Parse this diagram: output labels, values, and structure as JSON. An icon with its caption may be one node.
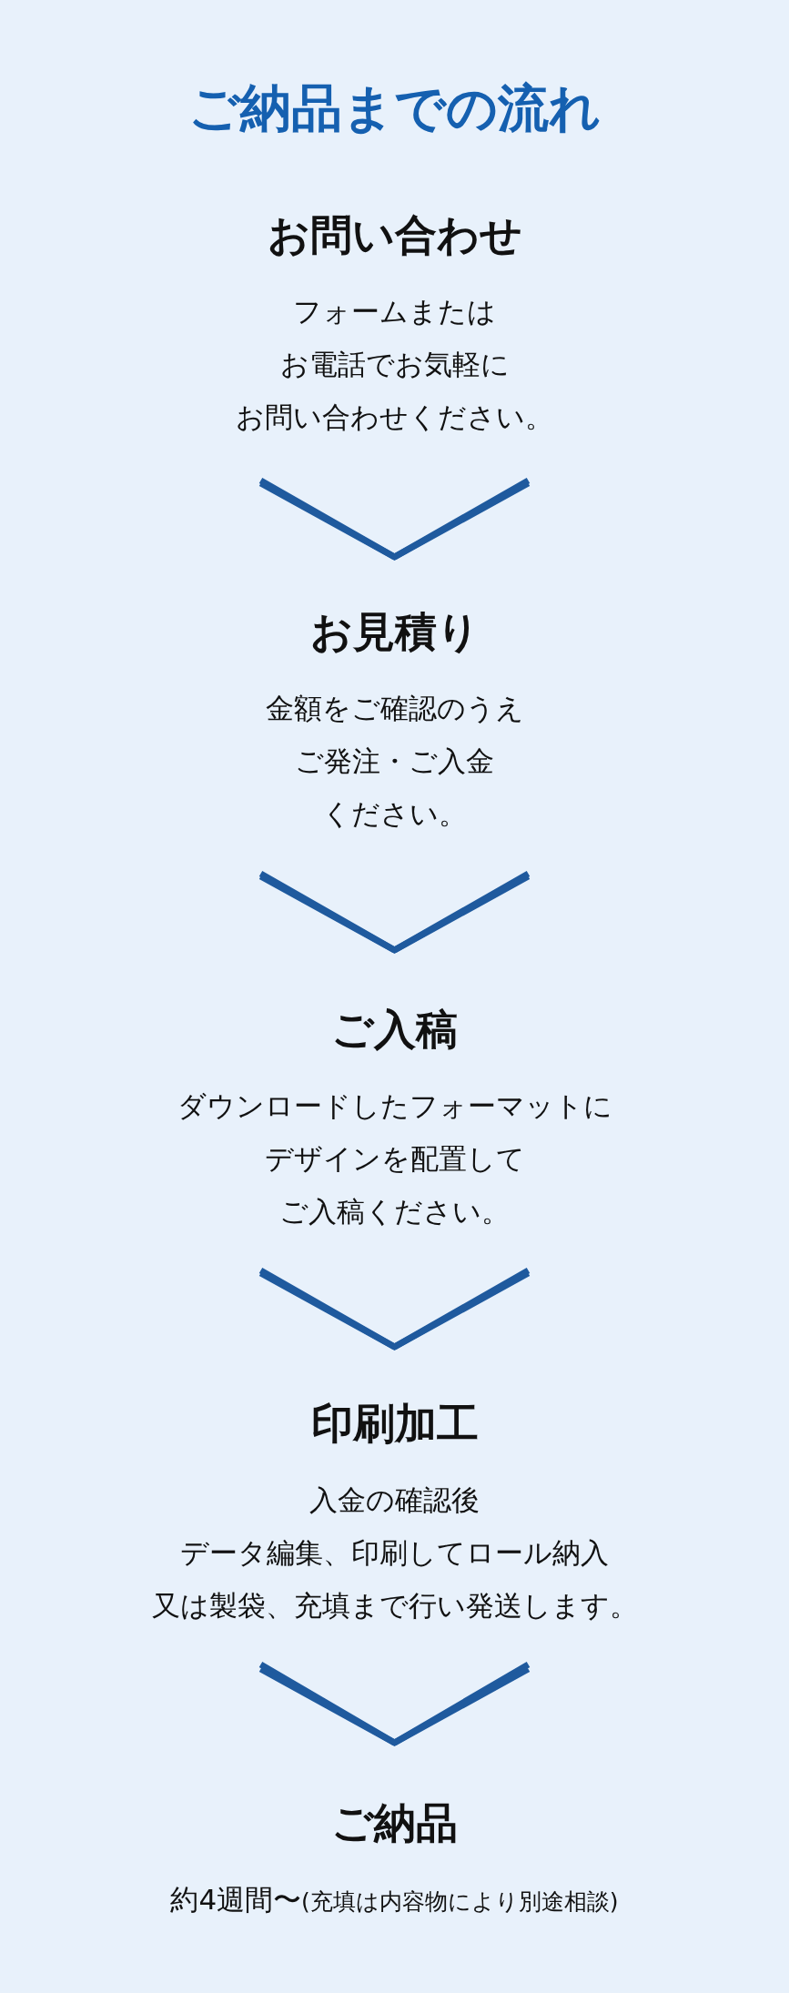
{
  "diagram": {
    "title": "ご納品までの流れ",
    "nodes": [
      {
        "text": [
          "お問い合わせ",
          "フォームまたはお電話でお気軽にお問い合わせください。"
        ]
      },
      {
        "text": [
          "お見積り",
          "金額をご確認のうえご発注・ご入金ください。"
        ]
      },
      {
        "text": [
          "ご入稿",
          "ダウンロードしたフォーマットにデザインを配置してご入稿ください。"
        ]
      },
      {
        "text": [
          "印刷加工",
          "入金の確認後データ編集、印刷してロール納入又は製袋、充填まで行い発送します。"
        ]
      },
      {
        "text": [
          "ご納品",
          "約4週間〜",
          "(充填は内容物により別途相談)"
        ]
      }
    ],
    "edges": [
      {
        "from": 0,
        "to": 1,
        "arrow": "to"
      },
      {
        "from": 1,
        "to": 2,
        "arrow": "to"
      },
      {
        "from": 2,
        "to": 3,
        "arrow": "to"
      },
      {
        "from": 3,
        "to": 4,
        "arrow": "to"
      }
    ]
  }
}
